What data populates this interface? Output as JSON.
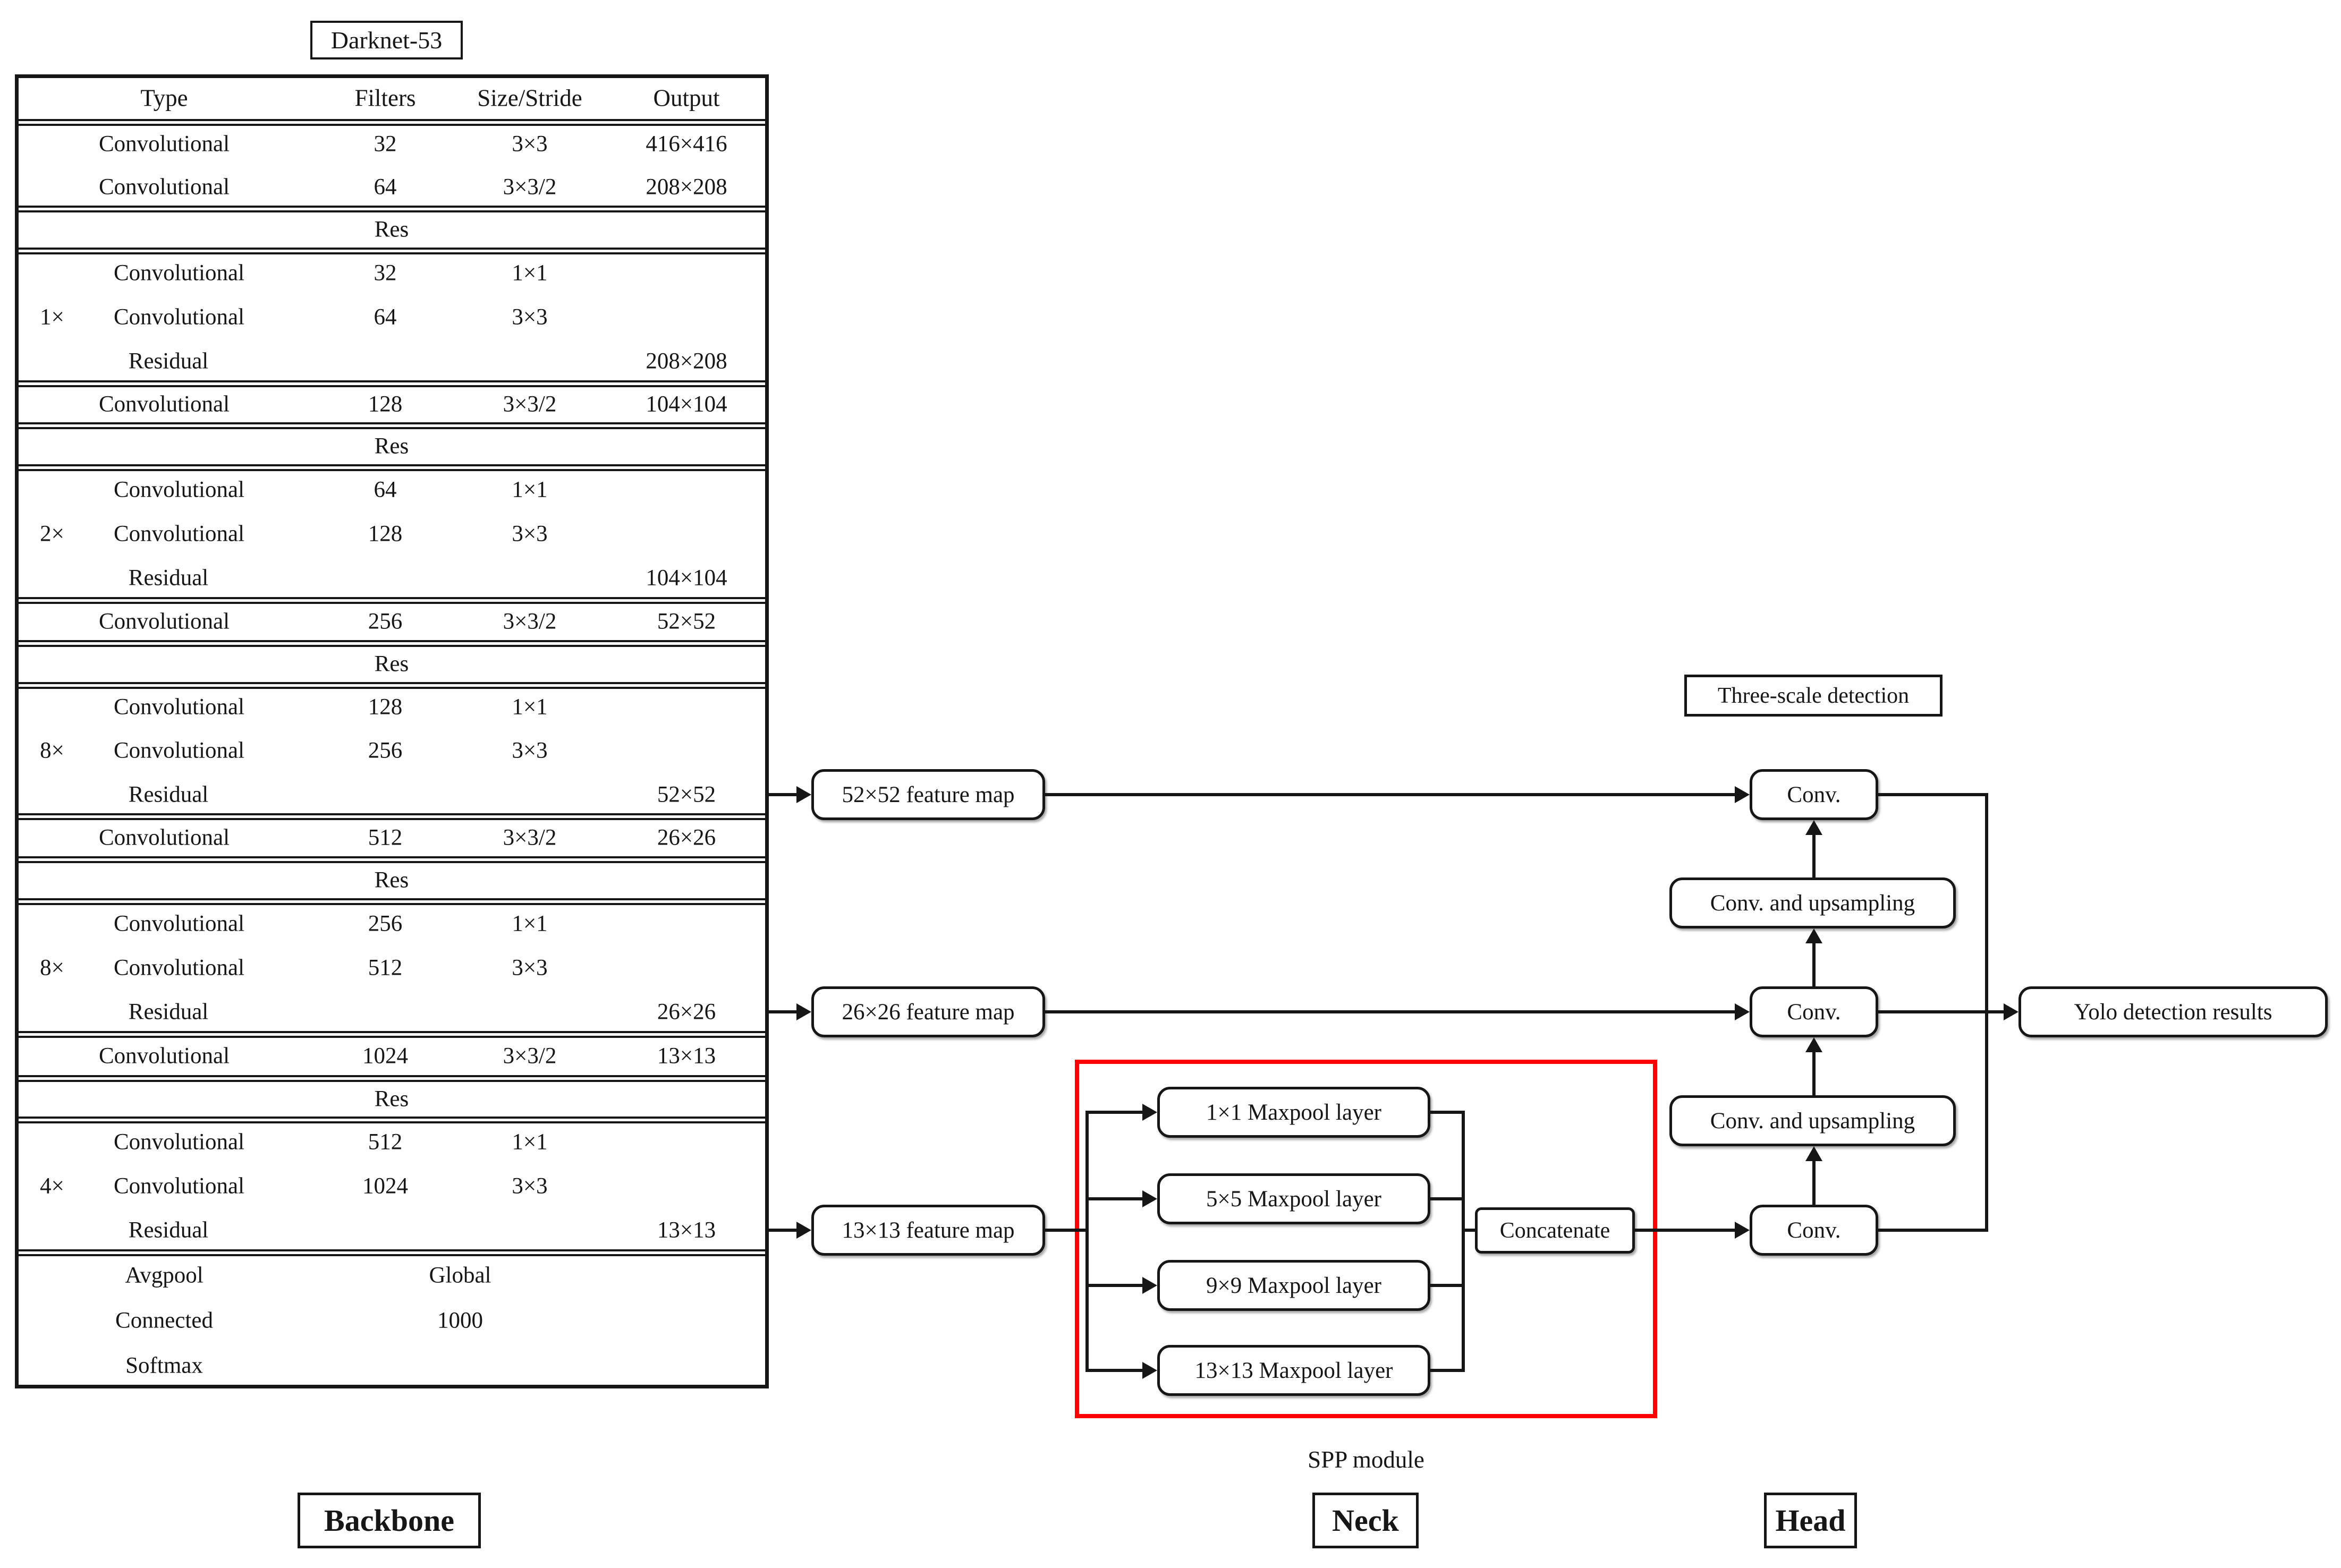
{
  "diagram": {
    "title": "Darknet-53",
    "backbone_table": {
      "headers": [
        "Type",
        "Filters",
        "Size/Stride",
        "Output"
      ],
      "rows": [
        {
          "type": "Convolutional",
          "filters": "32",
          "size": "3×3",
          "output": "416×416"
        },
        {
          "type": "Convolutional",
          "filters": "64",
          "size": "3×3/2",
          "output": "208×208"
        },
        {
          "res": "Res"
        },
        {
          "type": "Convolutional",
          "filters": "32",
          "size": "1×1"
        },
        {
          "type": "Convolutional",
          "filters": "64",
          "size": "3×3"
        },
        {
          "type": "Residual",
          "output": "208×208"
        },
        {
          "type": "Convolutional",
          "filters": "128",
          "size": "3×3/2",
          "output": "104×104"
        },
        {
          "res": "Res"
        },
        {
          "type": "Convolutional",
          "filters": "64",
          "size": "1×1"
        },
        {
          "type": "Convolutional",
          "filters": "128",
          "size": "3×3"
        },
        {
          "type": "Residual",
          "output": "104×104"
        },
        {
          "type": "Convolutional",
          "filters": "256",
          "size": "3×3/2",
          "output": "52×52"
        },
        {
          "res": "Res"
        },
        {
          "type": "Convolutional",
          "filters": "128",
          "size": "1×1"
        },
        {
          "type": "Convolutional",
          "filters": "256",
          "size": "3×3"
        },
        {
          "type": "Residual",
          "output": "52×52"
        },
        {
          "type": "Convolutional",
          "filters": "512",
          "size": "3×3/2",
          "output": "26×26"
        },
        {
          "res": "Res"
        },
        {
          "type": "Convolutional",
          "filters": "256",
          "size": "1×1"
        },
        {
          "type": "Convolutional",
          "filters": "512",
          "size": "3×3"
        },
        {
          "type": "Residual",
          "output": "26×26"
        },
        {
          "type": "Convolutional",
          "filters": "1024",
          "size": "3×3/2",
          "output": "13×13"
        },
        {
          "res": "Res"
        },
        {
          "type": "Convolutional",
          "filters": "512",
          "size": "1×1"
        },
        {
          "type": "Convolutional",
          "filters": "1024",
          "size": "3×3"
        },
        {
          "type": "Residual",
          "output": "13×13"
        },
        {
          "type": "Avgpool",
          "filters": "Global"
        },
        {
          "type": "Connected",
          "filters": "1000"
        },
        {
          "type": "Softmax"
        }
      ],
      "multipliers": [
        "1×",
        "2×",
        "8×",
        "8×",
        "4×"
      ]
    },
    "feature_maps": [
      "52×52 feature map",
      "26×26 feature map",
      "13×13 feature map"
    ],
    "spp": {
      "maxpools": [
        "1×1 Maxpool layer",
        "5×5 Maxpool layer",
        "9×9 Maxpool layer",
        "13×13 Maxpool layer"
      ],
      "concatenate": "Concatenate",
      "caption": "SPP module"
    },
    "head": {
      "three_scale": "Three-scale detection",
      "conv": "Conv.",
      "conv_upsampling": "Conv. and upsampling",
      "yolo": "Yolo detection results"
    },
    "section_labels": {
      "backbone": "Backbone",
      "neck": "Neck",
      "head": "Head"
    },
    "colors": {
      "line": "#161616",
      "spp_border": "#fe0000"
    }
  }
}
